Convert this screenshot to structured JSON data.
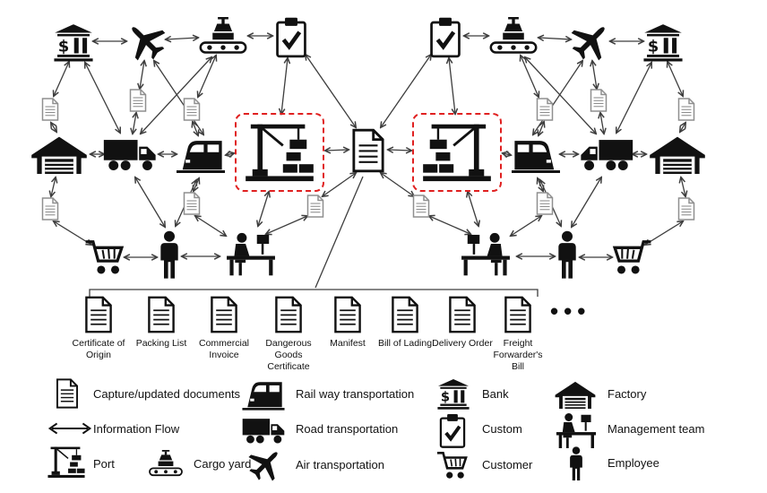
{
  "colors": {
    "icon_black": "#111111",
    "arrow": "#3d3d3d",
    "small_document_gray": "#8f8f8f",
    "highlight_dashed_red": "#e02020",
    "background": "#ffffff"
  },
  "network": {
    "center_node": "captured-documents",
    "left_nodes": [
      "bank",
      "air-transportation",
      "cargo-yard",
      "custom",
      "factory",
      "road-transportation",
      "railway-transportation",
      "port",
      "customer",
      "employee",
      "management-team"
    ],
    "right_nodes": [
      "custom",
      "cargo-yard",
      "air-transportation",
      "bank",
      "port",
      "railway-transportation",
      "road-transportation",
      "factory",
      "management-team",
      "employee",
      "customer"
    ],
    "highlighted_nodes": [
      "port-left",
      "port-right"
    ]
  },
  "document_row": {
    "items": [
      {
        "icon": "document-icon",
        "label": "Certificate of Origin"
      },
      {
        "icon": "document-icon",
        "label": "Packing List"
      },
      {
        "icon": "document-icon",
        "label": "Commercial Invoice"
      },
      {
        "icon": "document-icon",
        "label": "Dangerous Goods Certificate"
      },
      {
        "icon": "document-icon",
        "label": "Manifest"
      },
      {
        "icon": "document-icon",
        "label": "Bill of Lading"
      },
      {
        "icon": "document-icon",
        "label": "Delivery Order"
      },
      {
        "icon": "document-icon",
        "label": "Freight Forwarder's Bill"
      }
    ],
    "ellipsis": "•••"
  },
  "legend": {
    "items": [
      {
        "icon": "document-icon",
        "label": "Capture/updated documents"
      },
      {
        "icon": "information-flow-arrow-icon",
        "label": "Information Flow"
      },
      {
        "icon": "port-crane-icon",
        "label": "Port"
      },
      {
        "icon": "cargo-yard-icon",
        "label": "Cargo yard"
      },
      {
        "icon": "railway-train-icon",
        "label": "Rail way transportation"
      },
      {
        "icon": "truck-icon",
        "label": "Road transportation"
      },
      {
        "icon": "airplane-icon",
        "label": "Air transportation"
      },
      {
        "icon": "bank-icon",
        "label": "Bank"
      },
      {
        "icon": "custom-clipboard-icon",
        "label": "Custom"
      },
      {
        "icon": "shopping-cart-icon",
        "label": "Customer"
      },
      {
        "icon": "factory-icon",
        "label": "Factory"
      },
      {
        "icon": "management-team-icon",
        "label": "Management team"
      },
      {
        "icon": "employee-icon",
        "label": "Employee"
      }
    ]
  }
}
